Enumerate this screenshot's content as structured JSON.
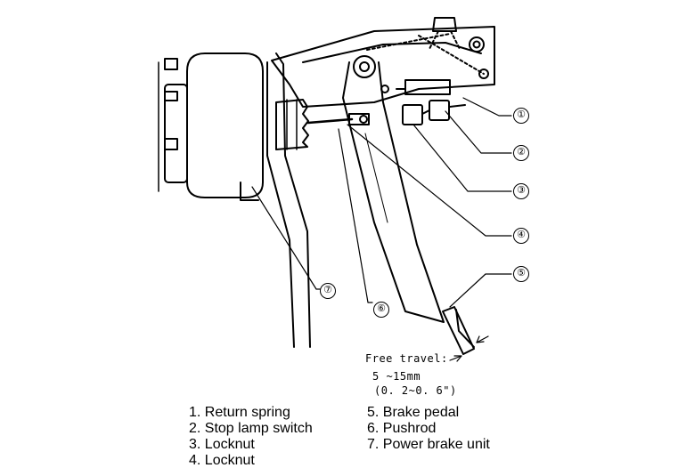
{
  "callouts": [
    {
      "id": "c1",
      "label": "①"
    },
    {
      "id": "c2",
      "label": "②"
    },
    {
      "id": "c3",
      "label": "③"
    },
    {
      "id": "c4",
      "label": "④"
    },
    {
      "id": "c5",
      "label": "⑤"
    },
    {
      "id": "c6",
      "label": "⑥"
    },
    {
      "id": "c7",
      "label": "⑦"
    }
  ],
  "free_travel": {
    "title": "Free travel:",
    "value_mm": "5 ~15mm",
    "value_in": "(0. 2~0. 6\")"
  },
  "legend": {
    "left": [
      "1. Return spring",
      "2. Stop lamp switch",
      "3. Locknut",
      "4. Locknut"
    ],
    "right": [
      "5. Brake pedal",
      "6. Pushrod",
      "7. Power brake unit"
    ]
  }
}
